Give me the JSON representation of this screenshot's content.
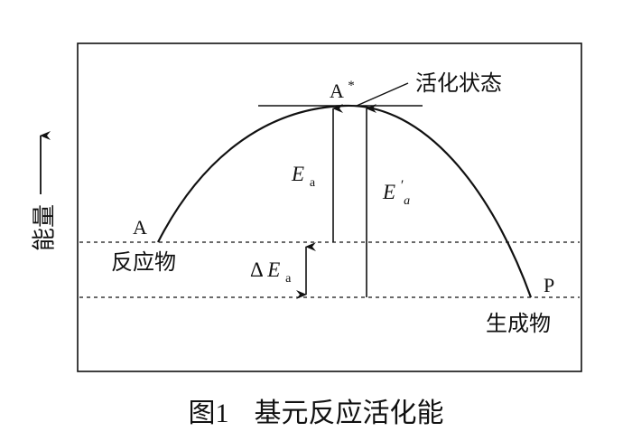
{
  "figure": {
    "number": "图1",
    "title": "基元反应活化能"
  },
  "axis": {
    "y_label": "能量"
  },
  "states": {
    "reactant": {
      "symbol": "A",
      "label": "反应物"
    },
    "activated": {
      "symbol": "A",
      "superscript": "*",
      "label": "活化状态"
    },
    "product": {
      "symbol": "P",
      "label": "生成物"
    }
  },
  "energies": {
    "forward": {
      "symbol": "E",
      "subscript": "a"
    },
    "reverse": {
      "symbol": "E",
      "prime": "′",
      "subscript": "a"
    },
    "difference": {
      "prefix": "Δ",
      "symbol": "E",
      "subscript": "a"
    }
  },
  "colors": {
    "ink": "#111111",
    "background": "#ffffff"
  }
}
